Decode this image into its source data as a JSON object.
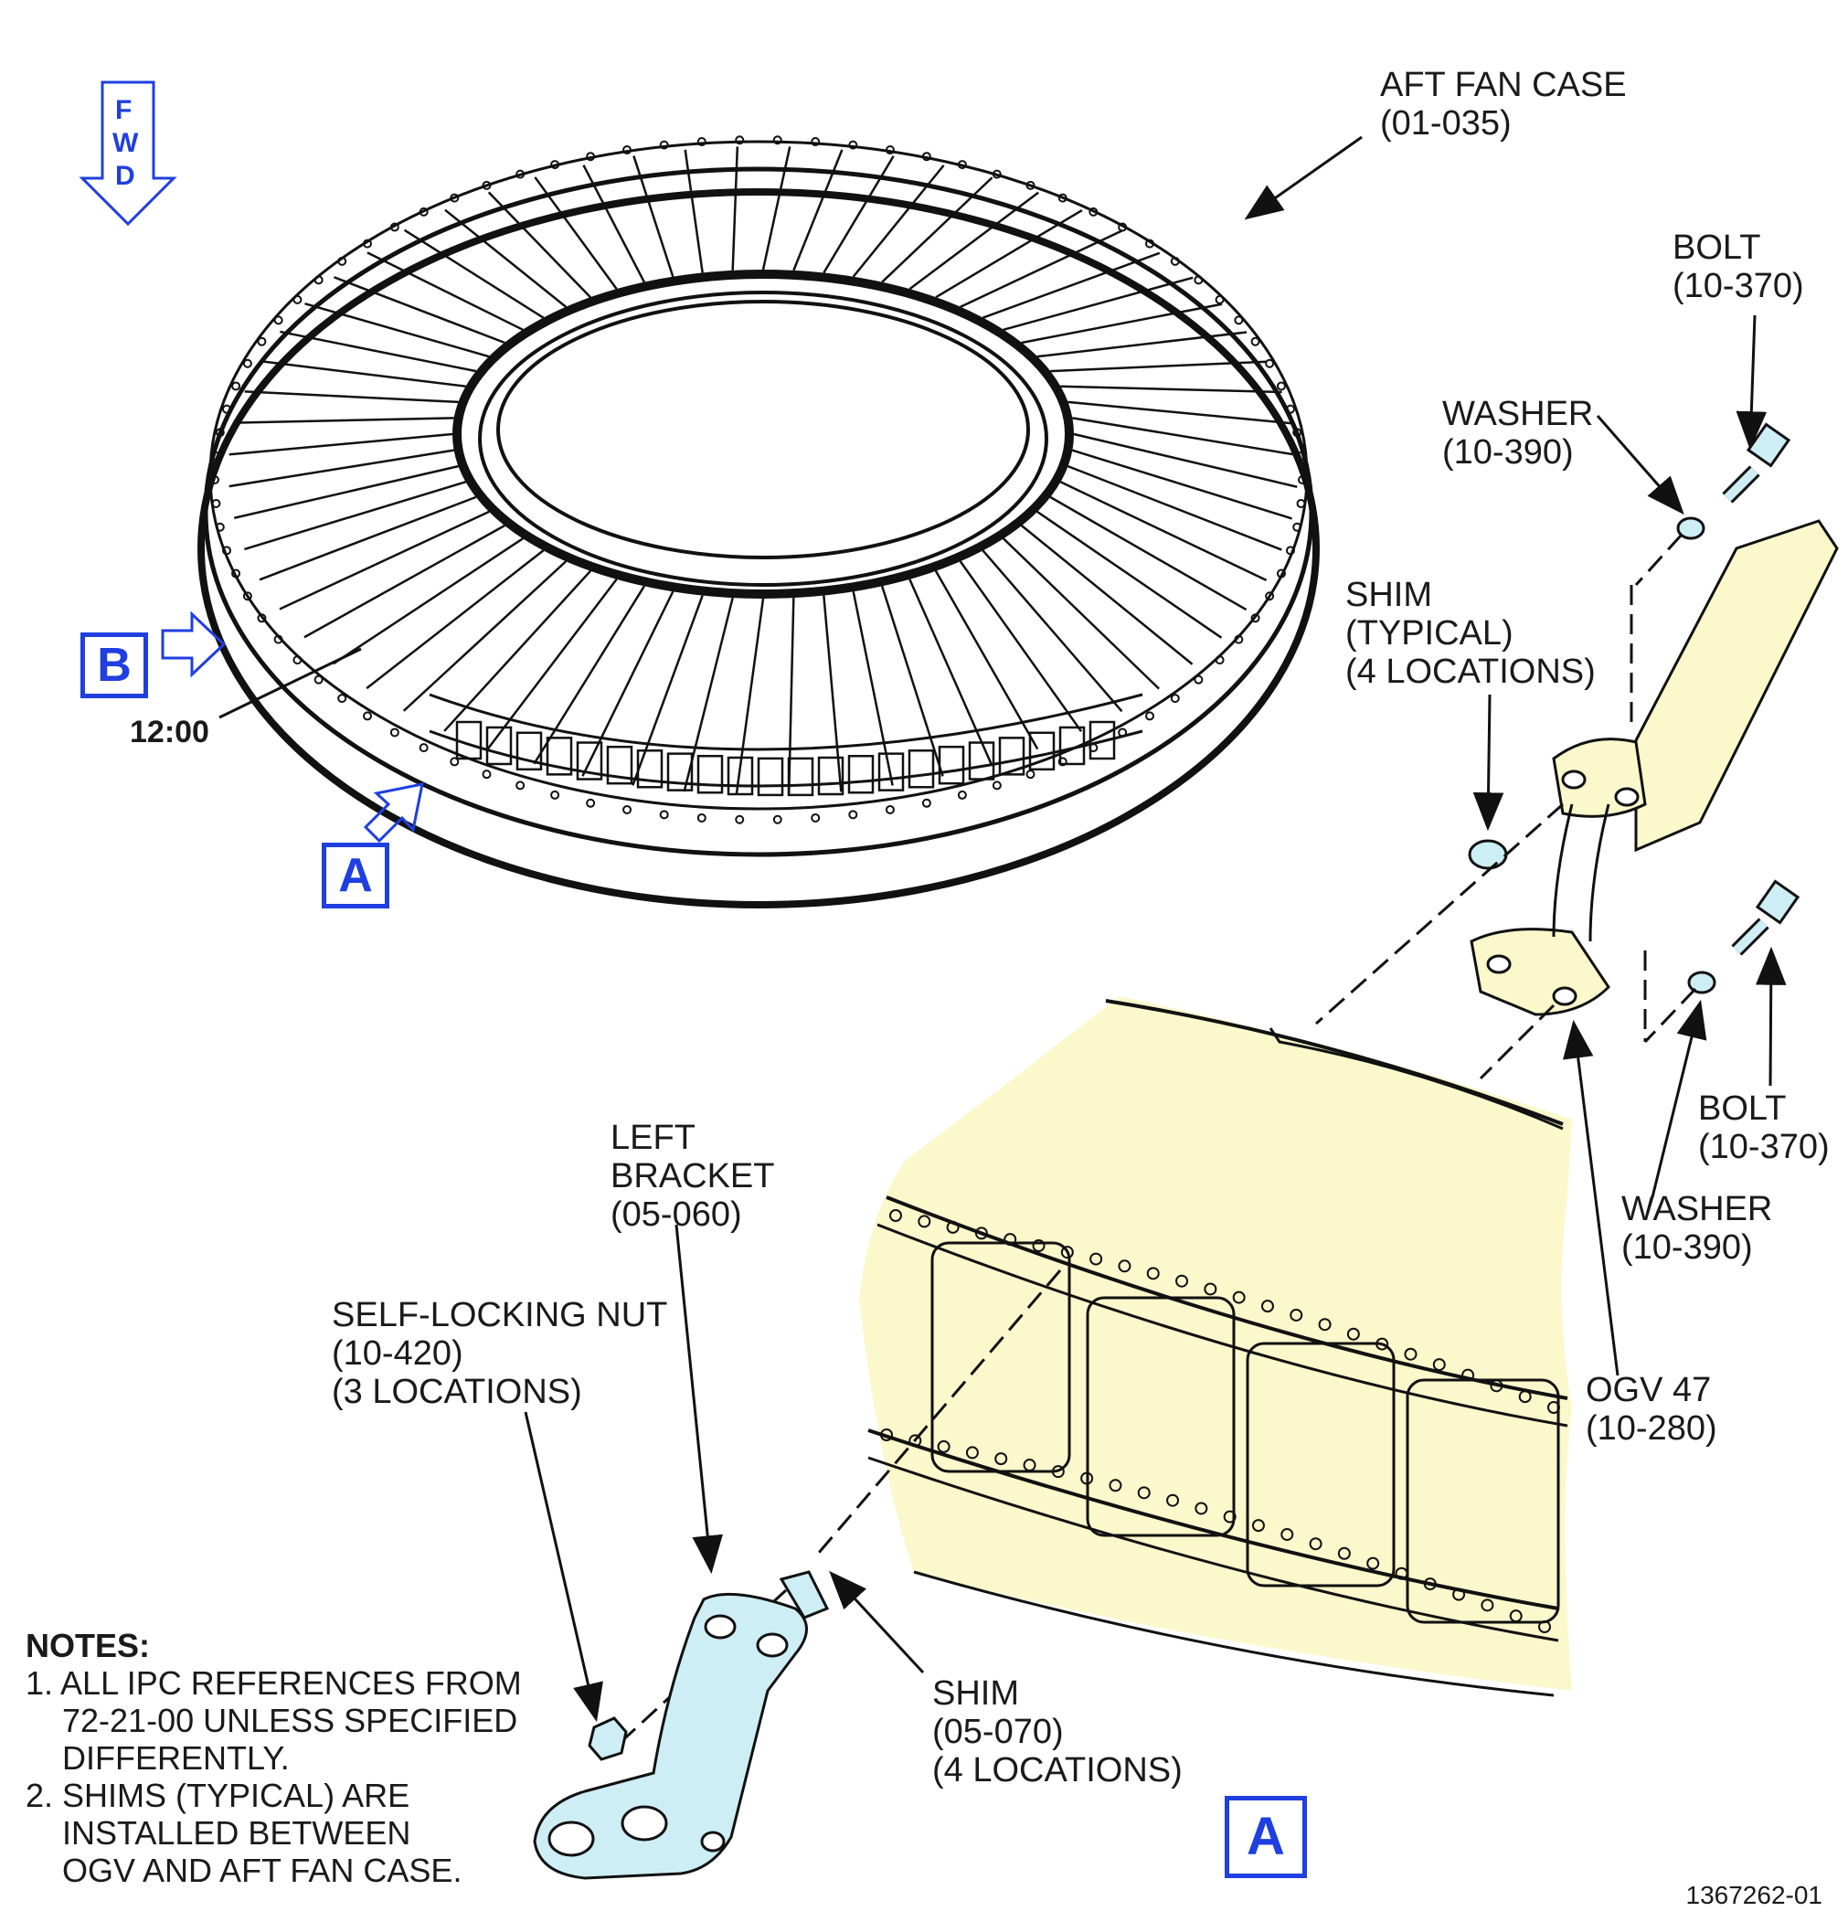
{
  "direction": {
    "letters": [
      "F",
      "W",
      "D"
    ],
    "color": "#1f3fe0"
  },
  "views": {
    "b_label": "B",
    "a_label": "A",
    "a_detail_label": "A"
  },
  "clock": "12:00",
  "callouts": {
    "aft_fan_case": [
      "AFT FAN CASE",
      "(01-035)"
    ],
    "bolt_top": [
      "BOLT",
      "(10-370)"
    ],
    "washer_top": [
      "WASHER",
      "(10-390)"
    ],
    "shim_typical": [
      "SHIM",
      "(TYPICAL)",
      "(4 LOCATIONS)"
    ],
    "bolt_lower": [
      "BOLT",
      "(10-370)"
    ],
    "washer_lower": [
      "WASHER",
      "(10-390)"
    ],
    "ogv": [
      "OGV 47",
      "(10-280)"
    ],
    "left_bracket": [
      "LEFT",
      "BRACKET",
      "(05-060)"
    ],
    "nut": [
      "SELF-LOCKING NUT",
      "(10-420)",
      "(3 LOCATIONS)"
    ],
    "shim_bottom": [
      "SHIM",
      "(05-070)",
      "(4 LOCATIONS)"
    ]
  },
  "notes": {
    "heading": "NOTES:",
    "items": [
      [
        "1. ALL IPC REFERENCES FROM",
        "72-21-00 UNLESS SPECIFIED",
        "DIFFERENTLY."
      ],
      [
        "2. SHIMS (TYPICAL) ARE",
        "INSTALLED BETWEEN",
        "OGV AND AFT FAN CASE."
      ]
    ]
  },
  "figure_number": "1367262-01",
  "colors": {
    "panel_fill": "#fbf8cc",
    "bracket_fill": "#cdeef4",
    "accent": "#1f3fe0",
    "line": "#111111"
  }
}
